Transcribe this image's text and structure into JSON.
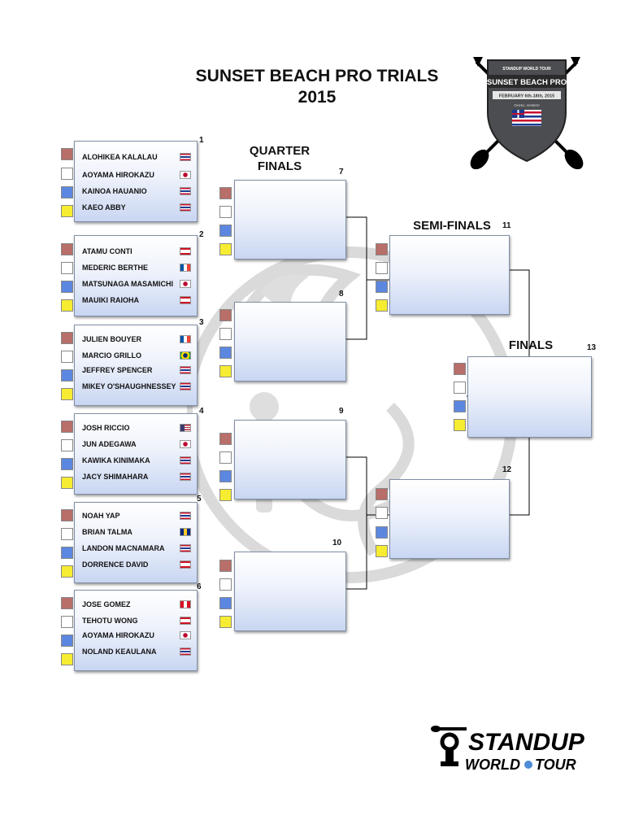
{
  "title": {
    "line1": "SUNSET BEACH PRO TRIALS",
    "line2": "2015"
  },
  "rounds": {
    "quarter": [
      "QUARTER",
      "FINALS"
    ],
    "semi": "SEMI-FINALS",
    "finals": "FINALS"
  },
  "badge": {
    "brand": "STANDUP WORLD TOUR",
    "event": "SUNSET BEACH PRO",
    "dates": "FEBRUARY 6th-18th, 2015",
    "location": "OAHU, HAWAII"
  },
  "footer": {
    "line1": "STANDUP",
    "line2": "WORLD",
    "line3": "TOUR"
  },
  "colors": {
    "red": "#b86e69",
    "white": "#ffffff",
    "blue": "#5c87e0",
    "yellow": "#f6ec31"
  },
  "heats": [
    {
      "num": "1",
      "athletes": [
        {
          "name": "ALOHIKEA KALALAU",
          "flag": "hawaii-flag"
        },
        {
          "name": "AOYAMA  HIROKAZU",
          "flag": "japan-flag"
        },
        {
          "name": "KAINOA HAUANIO",
          "flag": "hawaii-flag"
        },
        {
          "name": "KAEO ABBY",
          "flag": "hawaii-flag"
        }
      ]
    },
    {
      "num": "2",
      "athletes": [
        {
          "name": "ATAMU CONTI",
          "flag": "tahiti-flag"
        },
        {
          "name": "MEDERIC BERTHE",
          "flag": "france-flag"
        },
        {
          "name": "MATSUNAGA MASAMICHI",
          "flag": "japan-flag"
        },
        {
          "name": "MAUIKI RAIOHA",
          "flag": "tahiti-flag"
        }
      ]
    },
    {
      "num": "3",
      "athletes": [
        {
          "name": "JULIEN BOUYER",
          "flag": "france-flag"
        },
        {
          "name": "MARCIO GRILLO",
          "flag": "brazil-flag"
        },
        {
          "name": "JEFFREY SPENCER",
          "flag": "hawaii-flag"
        },
        {
          "name": "MIKEY O'SHAUGHNESSEY",
          "flag": "hawaii-flag"
        }
      ]
    },
    {
      "num": "4",
      "athletes": [
        {
          "name": "JOSH RICCIO",
          "flag": "usa-flag"
        },
        {
          "name": "JUN ADEGAWA",
          "flag": "japan-flag"
        },
        {
          "name": "KAWIKA KINIMAKA",
          "flag": "hawaii-flag"
        },
        {
          "name": "JACY SHIMAHARA",
          "flag": "hawaii-flag"
        }
      ]
    },
    {
      "num": "5",
      "athletes": [
        {
          "name": "NOAH YAP",
          "flag": "hawaii-flag"
        },
        {
          "name": "BRIAN TALMA",
          "flag": "barbados-flag"
        },
        {
          "name": "LANDON MACNAMARA",
          "flag": "hawaii-flag"
        },
        {
          "name": "DORRENCE DAVID",
          "flag": "tahiti-flag"
        }
      ]
    },
    {
      "num": "6",
      "athletes": [
        {
          "name": "JOSE GOMEZ",
          "flag": "peru-flag"
        },
        {
          "name": "TEHOTU WONG",
          "flag": "tahiti-flag"
        },
        {
          "name": "AOYAMA HIROKAZU",
          "flag": "japan-flag"
        },
        {
          "name": "NOLAND KEAULANA",
          "flag": "hawaii-flag"
        }
      ]
    }
  ],
  "later_heats": [
    {
      "num": "7"
    },
    {
      "num": "8"
    },
    {
      "num": "9"
    },
    {
      "num": "10"
    },
    {
      "num": "11"
    },
    {
      "num": "12"
    },
    {
      "num": "13"
    }
  ]
}
